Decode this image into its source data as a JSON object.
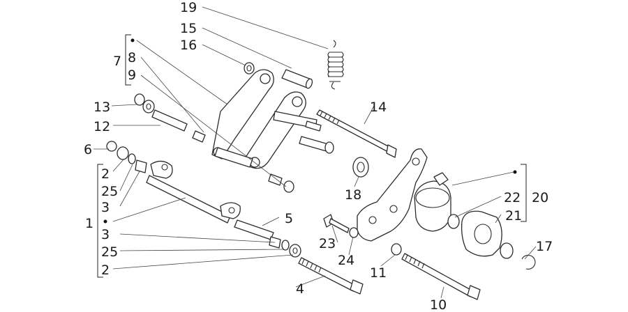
{
  "diagram": {
    "labels": {
      "p1": "1",
      "p2a": "2",
      "p2b": "2",
      "p3a": "3",
      "p3b": "3",
      "p4": "4",
      "p5": "5",
      "p6": "6",
      "p7": "7",
      "p8": "8",
      "p9": "9",
      "p10": "10",
      "p11": "11",
      "p12": "12",
      "p13": "13",
      "p14": "14",
      "p15": "15",
      "p16": "16",
      "p17": "17",
      "p18": "18",
      "p19": "19",
      "p20": "20",
      "p21": "21",
      "p22": "22",
      "p23": "23",
      "p24": "24",
      "p25a": "25",
      "p25b": "25"
    }
  }
}
